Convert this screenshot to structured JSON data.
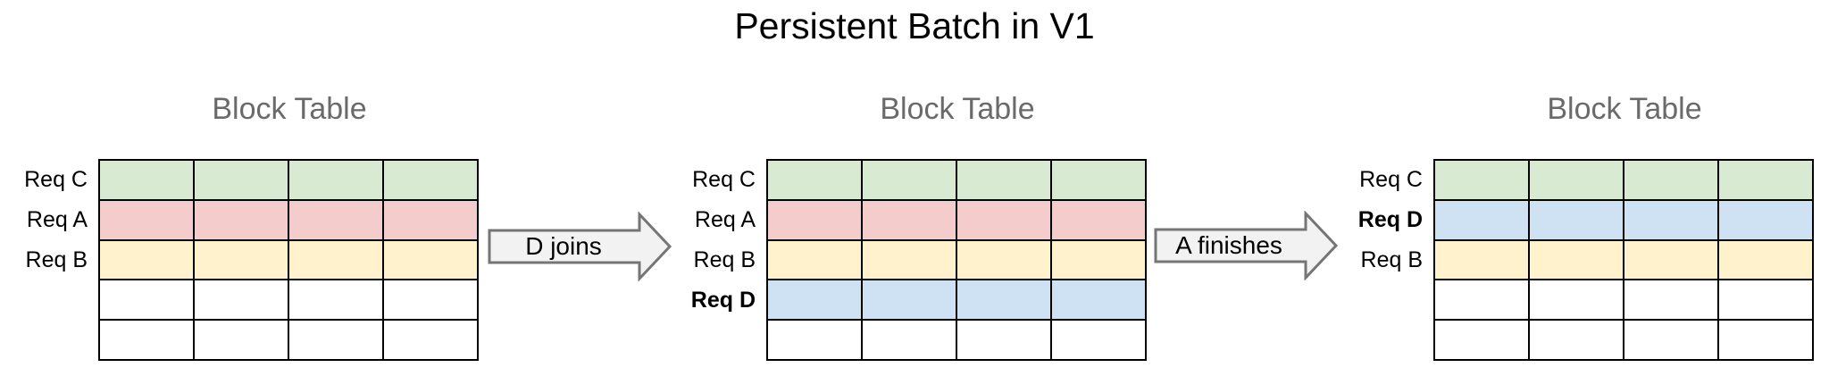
{
  "title": "Persistent Batch in V1",
  "colors": {
    "green": "#d9ead3",
    "red": "#f4cccc",
    "yellow": "#fff2cc",
    "blue": "#cfe2f3",
    "white": "#ffffff",
    "header_text": "#6a6a6a",
    "table_border": "#000000",
    "arrow_fill": "#f2f2f2",
    "arrow_border": "#757575"
  },
  "stages": [
    {
      "header": "Block Table",
      "columns": 4,
      "rows": [
        {
          "label": "Req C",
          "bold": false,
          "color": "green"
        },
        {
          "label": "Req A",
          "bold": false,
          "color": "red"
        },
        {
          "label": "Req B",
          "bold": false,
          "color": "yellow"
        },
        {
          "label": "",
          "bold": false,
          "color": "white"
        },
        {
          "label": "",
          "bold": false,
          "color": "white"
        }
      ]
    },
    {
      "header": "Block Table",
      "columns": 4,
      "rows": [
        {
          "label": "Req C",
          "bold": false,
          "color": "green"
        },
        {
          "label": "Req A",
          "bold": false,
          "color": "red"
        },
        {
          "label": "Req B",
          "bold": false,
          "color": "yellow"
        },
        {
          "label": "Req D",
          "bold": true,
          "color": "blue"
        },
        {
          "label": "",
          "bold": false,
          "color": "white"
        }
      ]
    },
    {
      "header": "Block Table",
      "columns": 4,
      "rows": [
        {
          "label": "Req C",
          "bold": false,
          "color": "green"
        },
        {
          "label": "Req D",
          "bold": true,
          "color": "blue"
        },
        {
          "label": "Req B",
          "bold": false,
          "color": "yellow"
        },
        {
          "label": "",
          "bold": false,
          "color": "white"
        },
        {
          "label": "",
          "bold": false,
          "color": "white"
        }
      ]
    }
  ],
  "arrows": [
    {
      "label": "D joins"
    },
    {
      "label": "A finishes"
    }
  ]
}
